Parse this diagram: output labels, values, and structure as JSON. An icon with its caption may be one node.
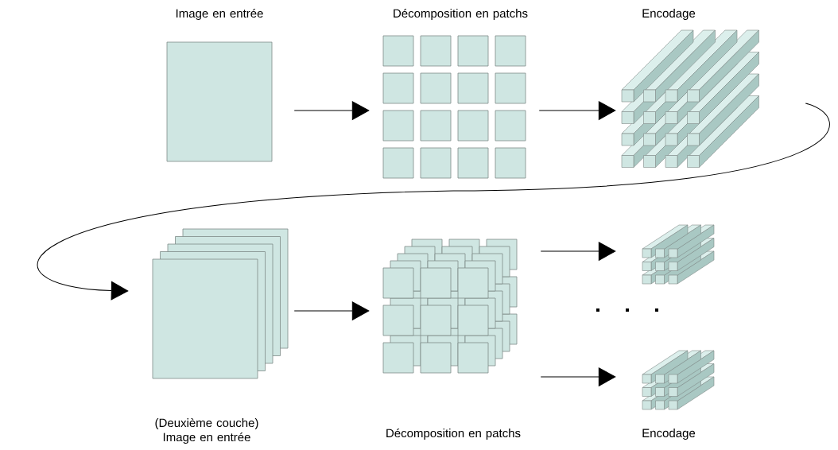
{
  "diagram": {
    "nodes": [
      {
        "text": [
          "Image en entrée"
        ]
      },
      {
        "text": [
          "Décomposition en patchs"
        ]
      },
      {
        "text": [
          "Encodage"
        ]
      },
      {
        "text": [
          "(Deuxième couche) Image en entrée"
        ]
      },
      {
        "text": [
          "Décomposition en patchs"
        ]
      },
      {
        "text": [],
        "shape": "picture"
      },
      {
        "text": [
          "Encodage"
        ]
      }
    ],
    "edges": [
      {
        "from": 0,
        "to": 1,
        "arrow": "to"
      },
      {
        "from": 1,
        "to": 2,
        "arrow": "to"
      },
      {
        "from": 2,
        "to": 3,
        "arrow": "to"
      },
      {
        "from": 3,
        "to": 4,
        "arrow": "to"
      },
      {
        "from": 4,
        "to": 5,
        "arrow": "to"
      },
      {
        "from": 4,
        "to": 6,
        "arrow": "to"
      }
    ]
  }
}
